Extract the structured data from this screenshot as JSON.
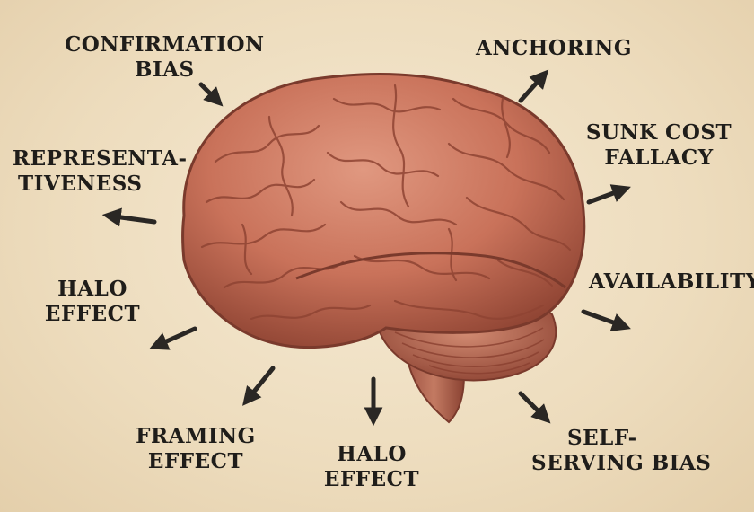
{
  "labels": {
    "confirmation_bias": [
      "CONFIRMATION",
      "BIAS"
    ],
    "representativeness": [
      "REPRESENTA-",
      "TIVENESS"
    ],
    "halo_effect_left": [
      "HALO",
      "EFFECT"
    ],
    "framing_effect": [
      "FRAMING",
      "EFFECT"
    ],
    "halo_effect_bottom": [
      "HALO",
      "EFFECT"
    ],
    "self_serving_bias": [
      "SELF-",
      "SERVING BIAS"
    ],
    "availability": [
      "AVAILABILITY"
    ],
    "sunk_cost_fallacy": [
      "SUNK COST",
      "FALLACY"
    ],
    "anchoring": [
      "ANCHORING"
    ]
  },
  "colors": {
    "background": "#efe0c4",
    "brain": "#c9725a",
    "brain_shadow": "#8f4433",
    "arrow": "#2a2724",
    "text": "#1f1d1a"
  },
  "icons": {
    "center_image": "brain-illustration",
    "pointer": "arrow-icon"
  }
}
